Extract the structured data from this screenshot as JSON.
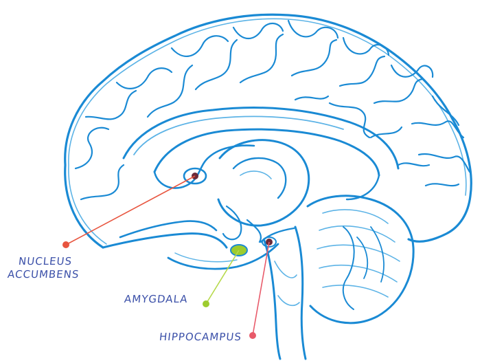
{
  "labels": {
    "nucleus_line1": "NUCLEUS",
    "nucleus_line2": "ACCUMBENS",
    "amygdala": "AMYGDALA",
    "hippocampus": "HIPPOCAMPUS"
  },
  "colors": {
    "brain_outline": "#1a8ad4",
    "brain_light": "#5cb3e6",
    "label_text": "#3a4fa8",
    "nucleus_accumbens_marker": "#e8553f",
    "amygdala_marker": "#9dcc2e",
    "hippocampus_marker": "#e85a6a",
    "region_dot_dark": "#6a2a3a"
  }
}
